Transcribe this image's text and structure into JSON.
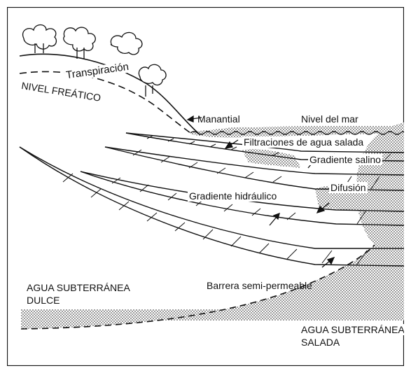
{
  "diagram": {
    "labels": {
      "transpiracion": "Transpiración",
      "nivel_freatico": "NIVEL FREÁTICO",
      "manantial": "Manantial",
      "nivel_del_mar": "Nivel del mar",
      "filtraciones": "Filtraciones de agua salada",
      "gradiente_salino": "Gradiente salino",
      "difusion": "Difusión",
      "gradiente_hidraulico": "Gradiente hidráulico",
      "barrera": "Barrera semi-permeable",
      "agua_dulce_1": "AGUA SUBTERRÁNEA",
      "agua_dulce_2": "DULCE",
      "agua_salada_1": "AGUA SUBTERRÁNEA",
      "agua_salada_2": "SALADA"
    },
    "colors": {
      "ink": "#111111",
      "paper": "#ffffff"
    },
    "icons": [
      "tree-icon",
      "arrow-icon"
    ]
  }
}
